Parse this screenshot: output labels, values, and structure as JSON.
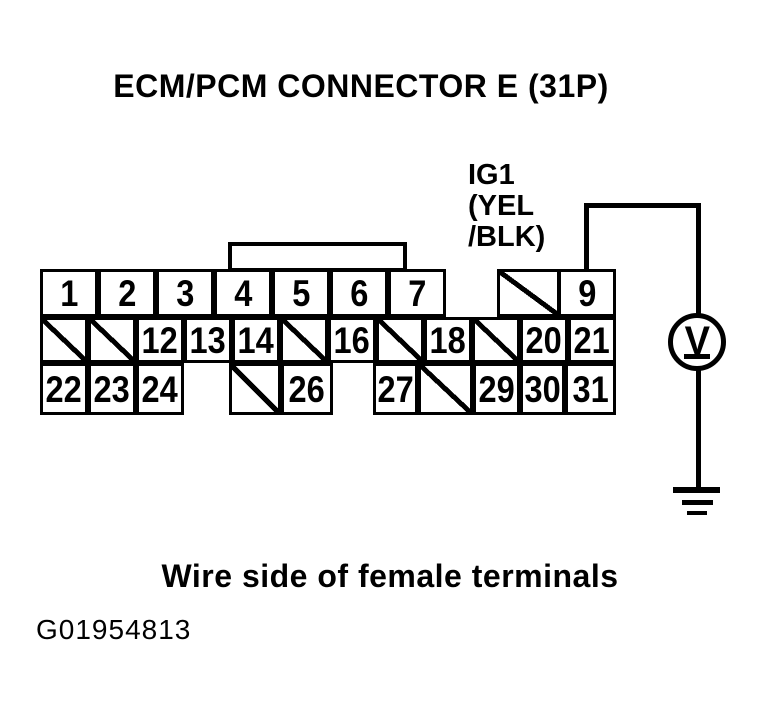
{
  "title": "ECM/PCM CONNECTOR E (31P)",
  "pin_label": {
    "line1": "IG1",
    "line2": "(YEL",
    "line3": "/BLK)"
  },
  "connector": {
    "name": "ECM/PCM Connector E (31P)",
    "row1": [
      {
        "label": "1"
      },
      {
        "label": "2"
      },
      {
        "label": "3"
      },
      {
        "label": "4"
      },
      {
        "label": "5"
      },
      {
        "label": "6"
      },
      {
        "label": "7"
      },
      {
        "slashed": true
      },
      {
        "label": "9"
      }
    ],
    "row2": [
      {
        "slashed": true
      },
      {
        "slashed": true
      },
      {
        "label": "12"
      },
      {
        "label": "13"
      },
      {
        "label": "14"
      },
      {
        "slashed": true
      },
      {
        "label": "16"
      },
      {
        "slashed": true
      },
      {
        "label": "18"
      },
      {
        "slashed": true
      },
      {
        "label": "20"
      },
      {
        "label": "21"
      }
    ],
    "row3": [
      {
        "label": "22"
      },
      {
        "label": "23"
      },
      {
        "label": "24"
      },
      {
        "slashed": true
      },
      {
        "label": "26"
      },
      {
        "label": "27"
      },
      {
        "slashed": true
      },
      {
        "label": "29"
      },
      {
        "label": "30"
      },
      {
        "label": "31"
      }
    ]
  },
  "meter": {
    "label": "V"
  },
  "caption": "Wire side of female terminals",
  "figure_id": "G01954813",
  "colors": {
    "ink": "#000000",
    "background": "#ffffff"
  }
}
